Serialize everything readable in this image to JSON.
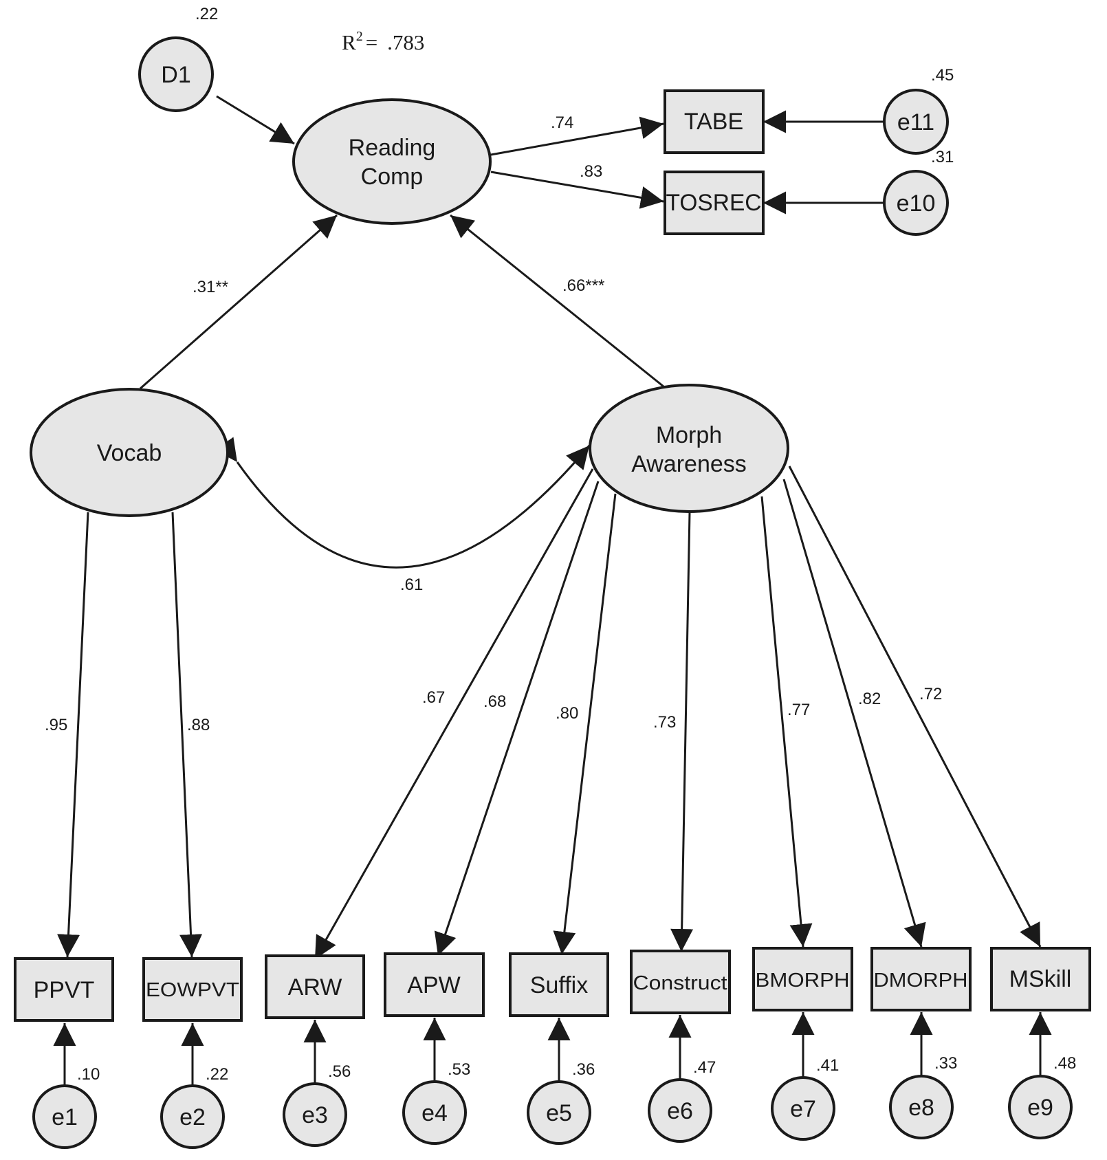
{
  "nodes": {
    "D1": "D1",
    "reading_comp": [
      "Reading",
      "Comp"
    ],
    "TABE": "TABE",
    "TOSREC": "TOSREC",
    "e11": "e11",
    "e10": "e10",
    "vocab": "Vocab",
    "morph_awareness": [
      "Morph",
      "Awareness"
    ],
    "PPVT": "PPVT",
    "EOWPVT": "EOWPVT",
    "ARW": "ARW",
    "APW": "APW",
    "Suffix": "Suffix",
    "Construct": "Construct",
    "BMORPH": "BMORPH",
    "DMORPH": "DMORPH",
    "MSkill": "MSkill",
    "e1": "e1",
    "e2": "e2",
    "e3": "e3",
    "e4": "e4",
    "e5": "e5",
    "e6": "e6",
    "e7": "e7",
    "e8": "e8",
    "e9": "e9"
  },
  "r_squared": {
    "label": "R",
    "exponent": "2",
    "equals": "=",
    "value": ".783"
  },
  "coefficients": {
    "d1_variance": ".22",
    "rc_to_tabe": ".74",
    "rc_to_tosrec": ".83",
    "e11_variance": ".45",
    "e10_variance": ".31",
    "vocab_to_rc": ".31**",
    "morph_to_rc": ".66***",
    "vocab_morph_cov": ".61",
    "vocab_to_ppvt": ".95",
    "vocab_to_eowpvt": ".88",
    "morph_to_arw": ".67",
    "morph_to_apw": ".68",
    "morph_to_suffix": ".80",
    "morph_to_construct": ".73",
    "morph_to_bmorph": ".77",
    "morph_to_dmorph": ".82",
    "morph_to_mskill": ".72",
    "e1": ".10",
    "e2": ".22",
    "e3": ".56",
    "e4": ".53",
    "e5": ".36",
    "e6": ".47",
    "e7": ".41",
    "e8": ".33",
    "e9": ".48"
  }
}
